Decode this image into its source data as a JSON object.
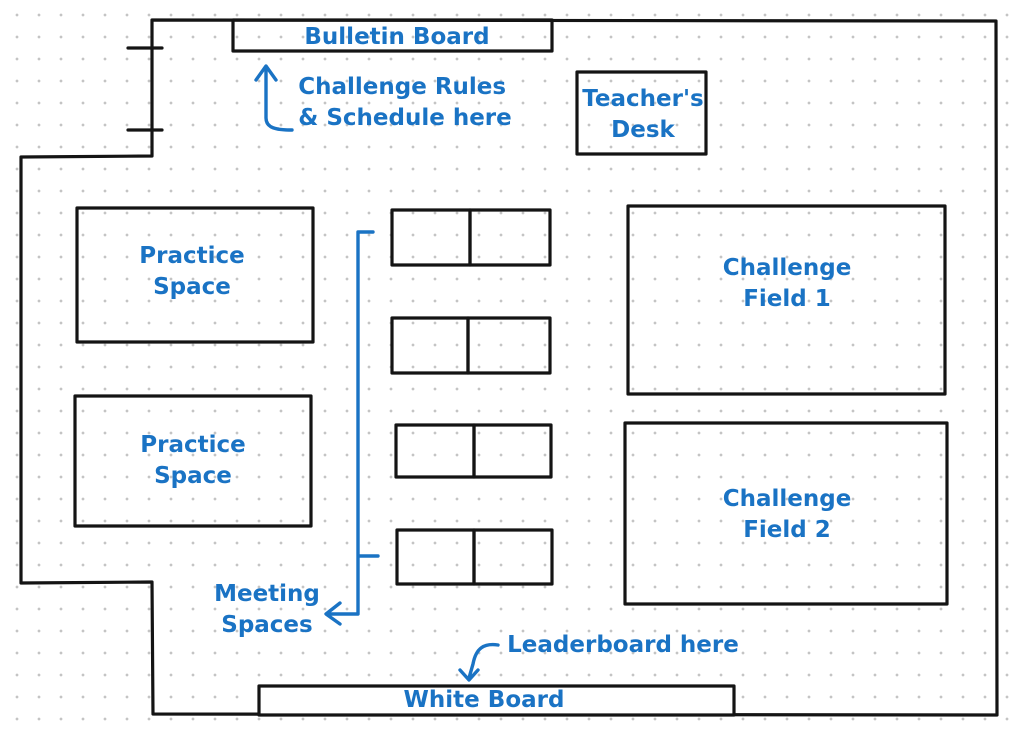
{
  "labels": {
    "bulletin_board": "Bulletin Board",
    "challenge_rules": [
      "Challenge Rules",
      "& Schedule here"
    ],
    "teachers_desk": [
      "Teacher's",
      "Desk"
    ],
    "practice_space_1": [
      "Practice",
      "Space"
    ],
    "practice_space_2": [
      "Practice",
      "Space"
    ],
    "challenge_field_1": [
      "Challenge",
      "Field 1"
    ],
    "challenge_field_2": [
      "Challenge",
      "Field 2"
    ],
    "meeting_spaces": [
      "Meeting",
      "Spaces"
    ],
    "leaderboard": "Leaderboard here",
    "white_board": "White Board"
  },
  "colors": {
    "annotation": "#1a73c4",
    "ink": "#141414",
    "grid_dot": "#c4c4c4"
  }
}
